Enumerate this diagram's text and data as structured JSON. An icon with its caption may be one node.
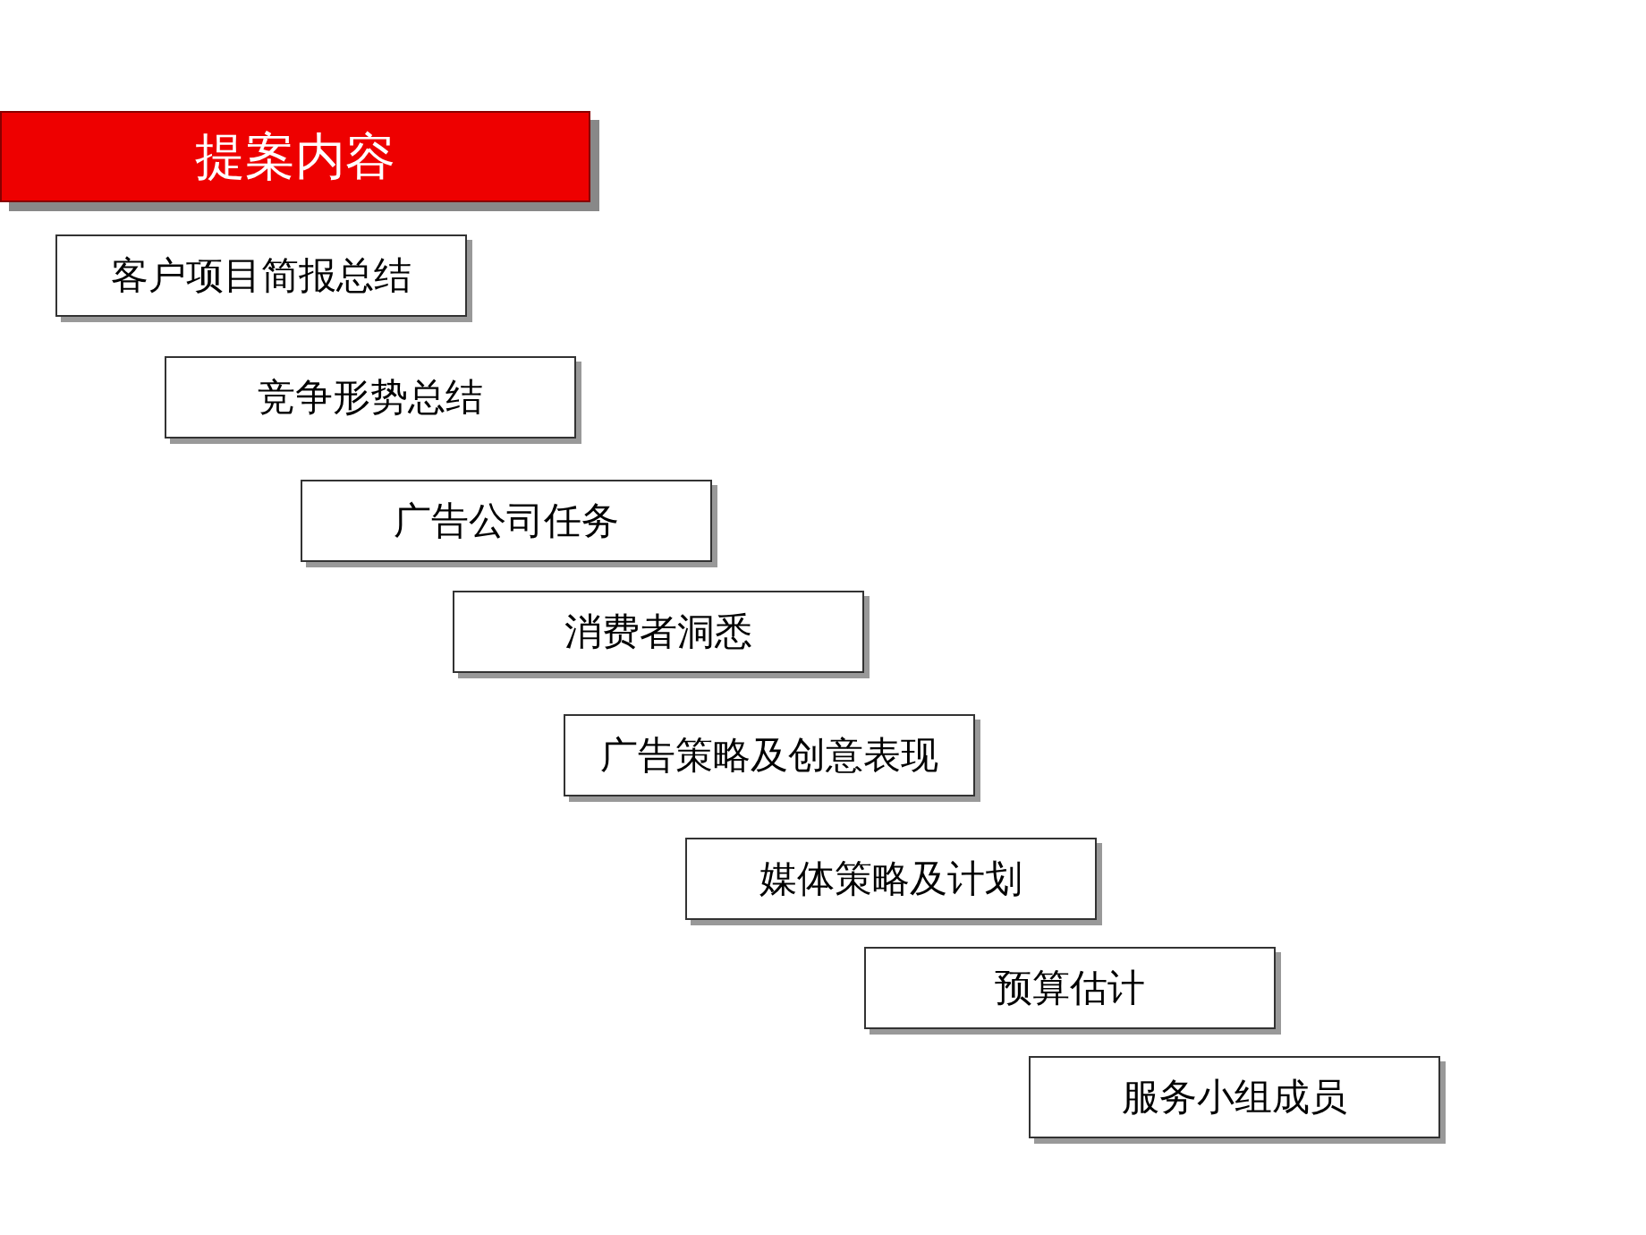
{
  "diagram": {
    "title": "提案内容",
    "nodes": [
      {
        "text": [
          "客户项目简报总结"
        ]
      },
      {
        "text": [
          "竞争形势总结"
        ]
      },
      {
        "text": [
          "广告公司任务"
        ]
      },
      {
        "text": [
          "消费者洞悉"
        ]
      },
      {
        "text": [
          "广告策略及创意表现"
        ]
      },
      {
        "text": [
          "媒体策略及计划"
        ]
      },
      {
        "text": [
          "预算估计"
        ]
      },
      {
        "text": [
          "服务小组成员"
        ]
      }
    ]
  }
}
